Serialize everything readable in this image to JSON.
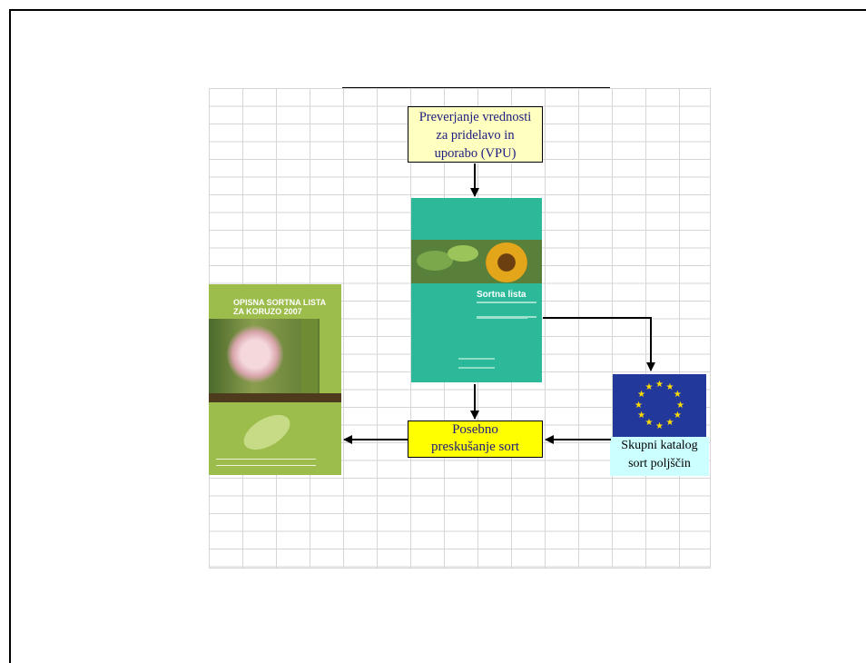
{
  "diagram": {
    "vpu_box": {
      "lines": [
        "Preverjanje vrednosti",
        "za pridelavo in",
        "uporabo (VPU)"
      ]
    },
    "special_test_box": {
      "lines": [
        "Posebno",
        "preskušanje sort"
      ]
    },
    "eu_catalog_box": {
      "lines": [
        "Skupni katalog",
        "sort poljščin"
      ]
    },
    "sortna_lista_cover": {
      "title": "Sortna lista",
      "color": "#2bb99a"
    },
    "opisna_cover": {
      "title_lines": [
        "OPISNA SORTNA LISTA",
        "ZA KORUZO 2007"
      ],
      "color": "#9cbd4b"
    },
    "eu_flag": {
      "color": "#22399b",
      "star_color": "#ffdd00"
    }
  }
}
